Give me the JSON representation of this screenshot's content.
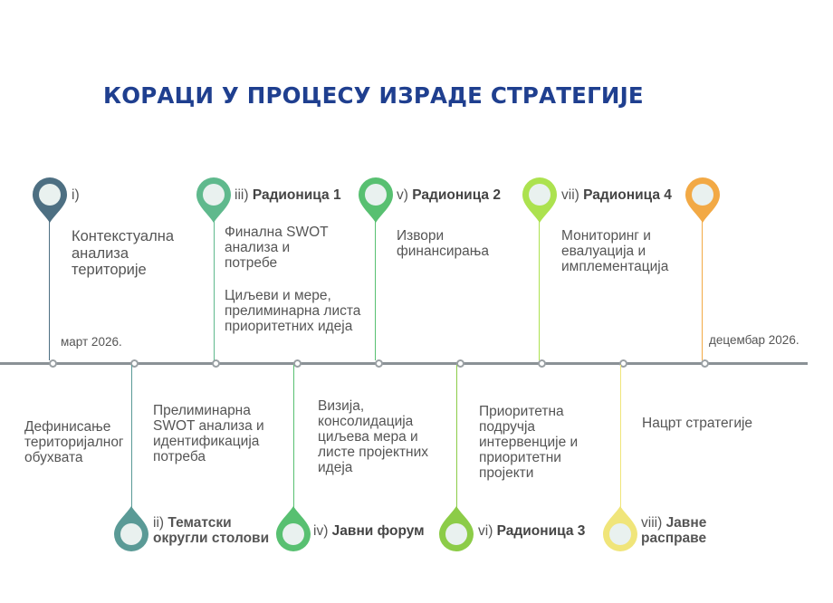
{
  "title": "КОРАЦИ У ПРОЦЕСУ ИЗРАДЕ СТРАТЕГИЈЕ",
  "colors": {
    "title": "#1f3f8f",
    "timeline": "#8a9196",
    "steps": [
      "#4d6f82",
      "#5a9a96",
      "#5fb98d",
      "#58c071",
      "#8ccc48",
      "#ace24f",
      "#f0e57a",
      "#f2a945"
    ]
  },
  "dates": {
    "start": "март 2026.",
    "end": "децембар 2026."
  },
  "steps": [
    {
      "num": "i)",
      "name": "",
      "notes": [
        "Контекстуална анализа територије"
      ]
    },
    {
      "num": "ii)",
      "name": "Тематски округли столови",
      "notes": [
        "Дефинисање територијалног обухвата"
      ]
    },
    {
      "num": "iii)",
      "name": "Радионица 1",
      "notes": [
        "Финална SWOT анализа и потребе",
        "Циљеви и мере, прелиминарна листа приоритетних идеја"
      ]
    },
    {
      "num": "iv)",
      "name": "Јавни форум",
      "notes": [
        "Прелиминарна SWOT анализа и идентификација потреба"
      ]
    },
    {
      "num": "v)",
      "name": "Радионица 2",
      "notes": [
        "Извори финансирања"
      ]
    },
    {
      "num": "vi)",
      "name": "Радионица 3",
      "notes": [
        "Визија, консолидација циљева мера и листе пројектних идеја"
      ]
    },
    {
      "num": "vii)",
      "name": "Радионица 4",
      "notes": [
        "Мониторинг и евалуација и имплементација"
      ]
    },
    {
      "num": "viii)",
      "name": "Јавне расправе",
      "notes": [
        "Приоритетна подручја интервенције и приоритетни пројекти",
        "Нацрт стратегије"
      ]
    }
  ]
}
